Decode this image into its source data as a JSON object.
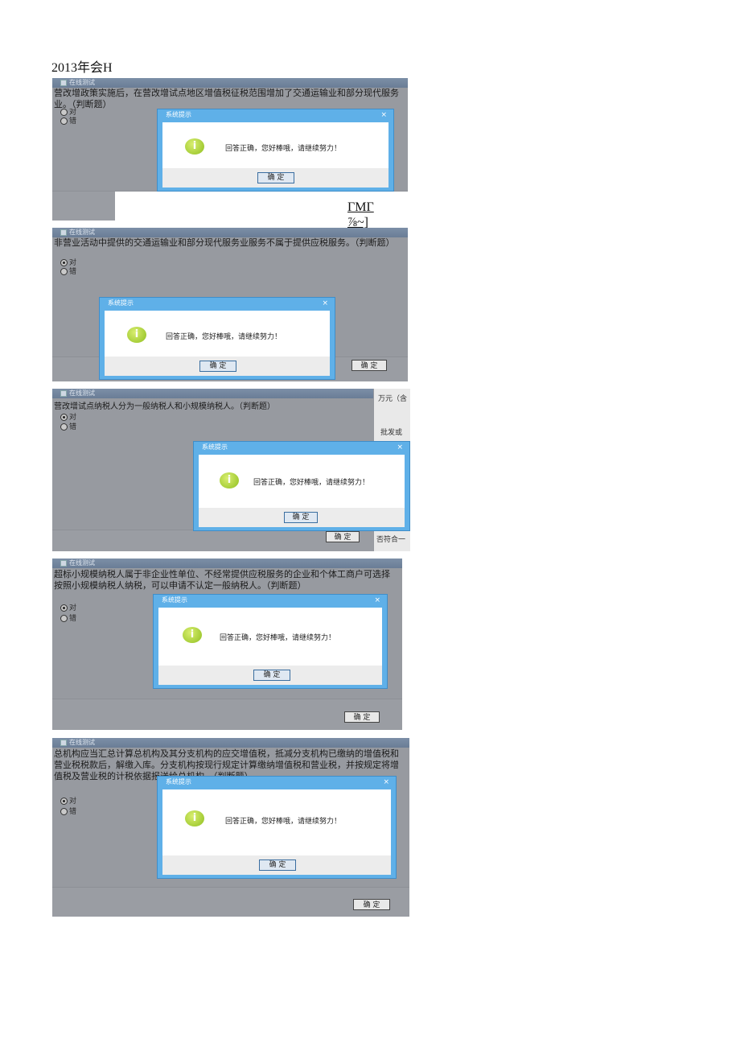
{
  "doc_title": "2013年会H",
  "side_text": [
    "ΓΜΓ",
    "⅞~]"
  ],
  "window_title": "在线测试",
  "dialog_title": "系统提示",
  "dialog_message": "回答正确，您好棒哦，请继续努力！",
  "dialog_ok": "确  定",
  "main_ok": "确  定",
  "options": {
    "true_label": "对",
    "false_label": "错"
  },
  "bleed_text": {
    "top_right": "万元（含",
    "mid_right": "批发或",
    "bottom_right": "否符合一"
  },
  "screens": [
    {
      "question": "营改增政策实施后，在营改增试点地区增值税征税范围增加了交通运输业和部分现代服务业。（判断题）",
      "selected": "none"
    },
    {
      "question": "非营业活动中提供的交通运输业和部分现代服务业服务不属于提供应税服务。（判断题）",
      "selected": "true"
    },
    {
      "question": "营改增试点纳税人分为一般纳税人和小规模纳税人。（判断题）",
      "selected": "true"
    },
    {
      "question": "超标小规模纳税人属于非企业性单位、不经常提供应税服务的企业和个体工商户可选择按照小规模纳税人纳税，可以申请不认定一般纳税人。（判断题）",
      "selected": "true"
    },
    {
      "question": "总机构应当汇总计算总机构及其分支机构的应交增值税，抵减分支机构已缴纳的增值税和营业税税款后，解缴入库。分支机构按现行规定计算缴纳增值税和营业税，并按规定将增值税及营业税的计税依据报送给总机构。（判断题）",
      "selected": "true"
    }
  ]
}
